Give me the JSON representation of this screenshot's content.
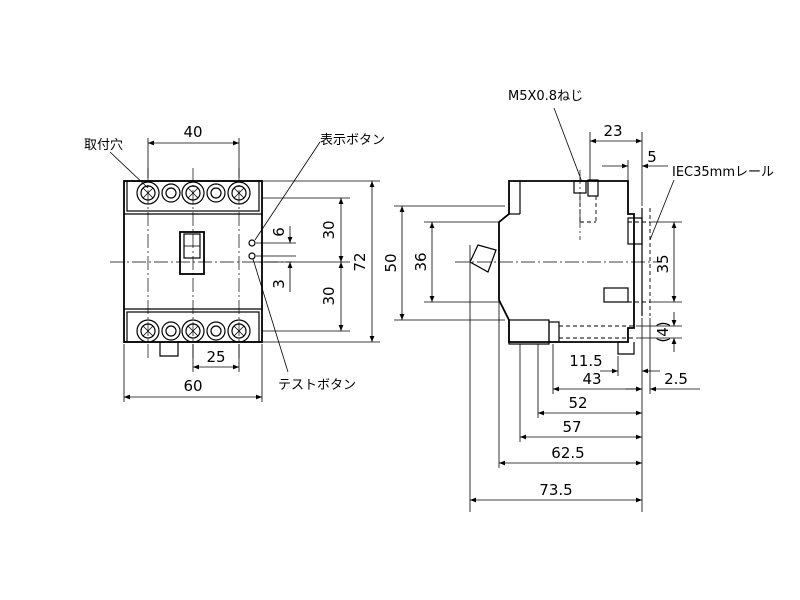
{
  "labels": {
    "mounting_hole": "取付穴",
    "indicator_button": "表示ボタン",
    "test_button": "テストボタン",
    "screw": "M5X0.8ねじ",
    "din_rail": "IEC35mmレール"
  },
  "front_dims": {
    "d40": "40",
    "d6": "6",
    "d30a": "30",
    "d30b": "30",
    "d72": "72",
    "d3": "3",
    "d25": "25",
    "d60": "60"
  },
  "side_dims": {
    "d50": "50",
    "d36": "36",
    "d23": "23",
    "d5": "5",
    "d35": "35",
    "d4": "(4)",
    "d11_5": "11.5",
    "d43": "43",
    "d2_5": "2.5",
    "d52": "52",
    "d57": "57",
    "d62_5": "62.5",
    "d73_5": "73.5"
  }
}
